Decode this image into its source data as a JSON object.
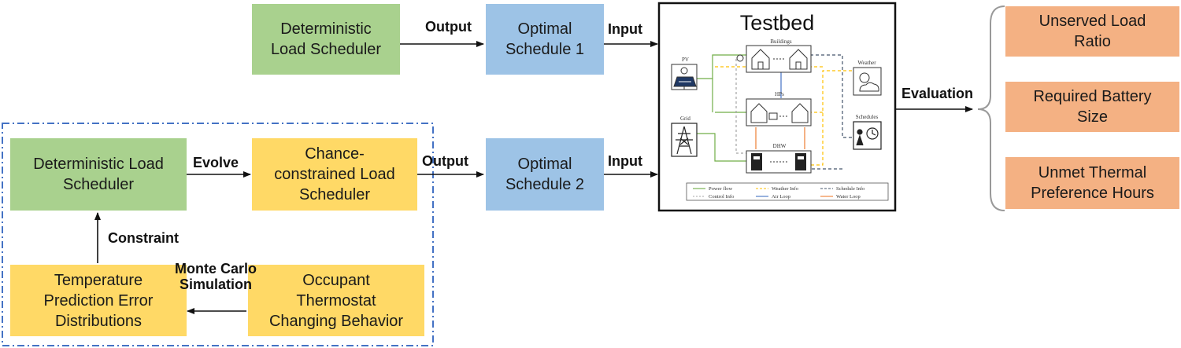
{
  "nodes": {
    "det_top": "Deterministic\nLoad Scheduler",
    "opt1": "Optimal\nSchedule 1",
    "det_bottom": "Deterministic Load\nScheduler",
    "chance": "Chance-\nconstrained Load\nScheduler",
    "opt2": "Optimal\nSchedule 2",
    "temp_err": "Temperature\nPrediction Error\nDistributions",
    "occupant": "Occupant\nThermostat\nChanging Behavior",
    "unserved": "Unserved Load\nRatio",
    "battery": "Required Battery\nSize",
    "unmet": "Unmet Thermal\nPreference Hours"
  },
  "edges": {
    "output_top": "Output",
    "input_top": "Input",
    "evolve": "Evolve",
    "output_bottom": "Output",
    "input_bottom": "Input",
    "constraint": "Constraint",
    "monte_carlo": "Monte Carlo\nSimulation",
    "evaluation": "Evaluation"
  },
  "testbed": {
    "title": "Testbed",
    "labels": {
      "buildings": "Buildings",
      "pv": "PV",
      "grid": "Grid",
      "hps": "HPs",
      "dhw": "DHW",
      "weather": "Weather",
      "schedules": "Schedules"
    },
    "legend": [
      "Power flow",
      "Weather Info",
      "Schedule Info",
      "Control Info",
      "Air Loop",
      "Water Loop"
    ],
    "colors": {
      "power": "#70ad47",
      "weather": "#ffc000",
      "schedule": "#44546a",
      "control": "#a5a5a5",
      "air": "#4472c4",
      "water": "#ed7d31"
    }
  }
}
